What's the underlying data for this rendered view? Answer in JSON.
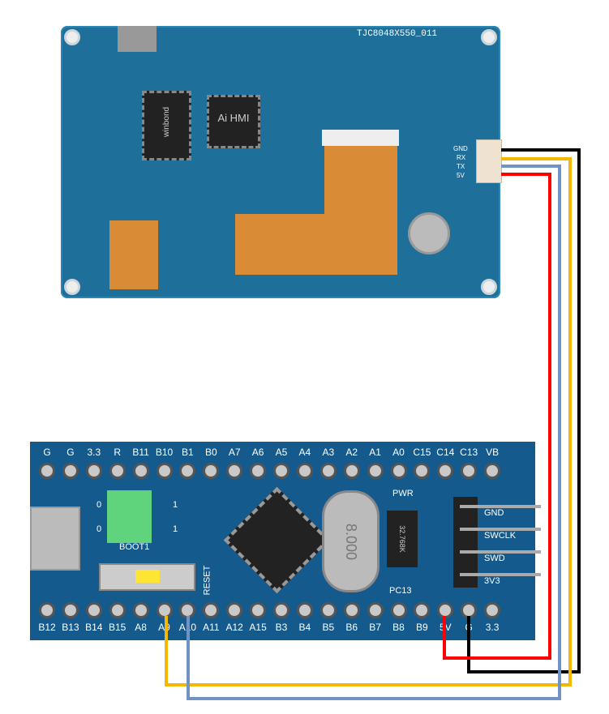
{
  "hmi_board": {
    "model": "TJC8048X550_011",
    "chip_label": "Ai HMI",
    "flash_brand": "winbond",
    "connector_labels": [
      "GND",
      "RX",
      "TX",
      "5V"
    ]
  },
  "stm_board": {
    "top_pins": [
      "G",
      "G",
      "3.3",
      "R",
      "B11",
      "B10",
      "B1",
      "B0",
      "A7",
      "A6",
      "A5",
      "A4",
      "A3",
      "A2",
      "A1",
      "A0",
      "C15",
      "C14",
      "C13",
      "VB"
    ],
    "bottom_pins": [
      "B12",
      "B13",
      "B14",
      "B15",
      "A8",
      "A9",
      "A10",
      "A11",
      "A12",
      "A15",
      "B3",
      "B4",
      "B5",
      "B6",
      "B7",
      "B8",
      "B9",
      "5V",
      "G",
      "3.3"
    ],
    "swd_labels": [
      "GND",
      "SWCLK",
      "SWD",
      "3V3"
    ],
    "boot_label": "BOOT1",
    "reset_label": "RESET",
    "pwr_label": "PWR",
    "pc13_label": "PC13",
    "crystal_label": "8.000",
    "rtc_crystal_label": "32.768K",
    "jumper_labels": [
      "0",
      "0",
      "1",
      "1"
    ]
  },
  "wires": [
    {
      "name": "gnd",
      "color": "#000000",
      "from": "GND",
      "to": "G"
    },
    {
      "name": "rx",
      "color": "#f5b800",
      "from": "RX",
      "to": "A9"
    },
    {
      "name": "tx",
      "color": "#6f93c4",
      "from": "TX",
      "to": "A10"
    },
    {
      "name": "5v",
      "color": "#ff0000",
      "from": "5V",
      "to": "5V"
    }
  ]
}
